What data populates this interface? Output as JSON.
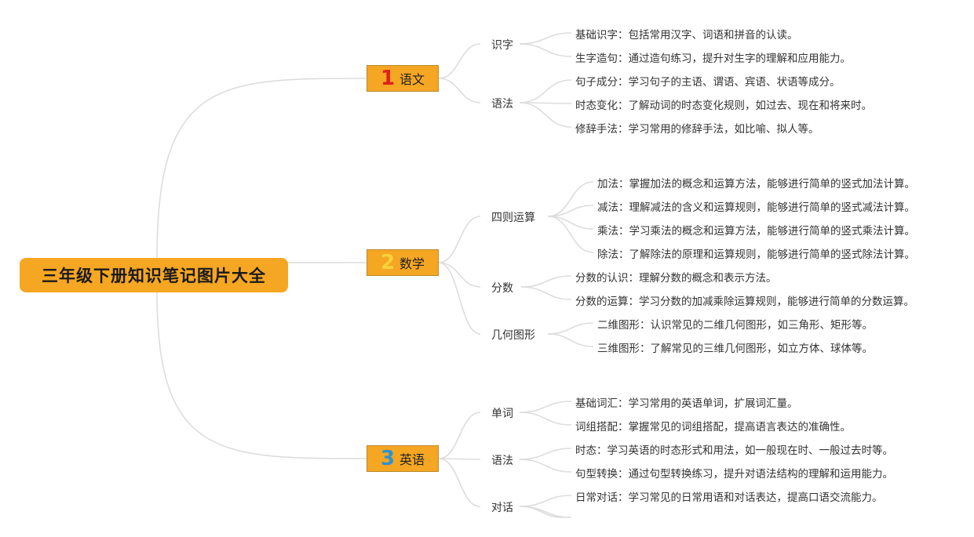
{
  "root": {
    "title": "三年级下册知识笔记图片大全"
  },
  "colors": {
    "node_fill": "#f5a623",
    "line": "#dddddd"
  },
  "subjects": [
    {
      "number": "1",
      "number_color": "#e0201b",
      "name": "语文",
      "topics": [
        {
          "label": "识字",
          "items": [
            "基础识字：包括常用汉字、词语和拼音的认读。",
            "生字造句：通过造句练习，提升对生字的理解和应用能力。"
          ]
        },
        {
          "label": "语法",
          "items": [
            "句子成分：学习句子的主语、谓语、宾语、状语等成分。",
            "时态变化：了解动词的时态变化规则，如过去、现在和将来时。",
            "修辞手法：学习常用的修辞手法，如比喻、拟人等。"
          ]
        }
      ]
    },
    {
      "number": "2",
      "number_color": "#f7d23a",
      "name": "数学",
      "topics": [
        {
          "label": "四则运算",
          "items": [
            "加法：掌握加法的概念和运算方法，能够进行简单的竖式加法计算。",
            "减法：理解减法的含义和运算规则，能够进行简单的竖式减法计算。",
            "乘法：学习乘法的概念和运算方法，能够进行简单的竖式乘法计算。",
            "除法：了解除法的原理和运算规则，能够进行简单的竖式除法计算。"
          ]
        },
        {
          "label": "分数",
          "items": [
            "分数的认识：理解分数的概念和表示方法。",
            "分数的运算：学习分数的加减乘除运算规则，能够进行简单的分数运算。"
          ]
        },
        {
          "label": "几何图形",
          "items": [
            "二维图形：认识常见的二维几何图形，如三角形、矩形等。",
            "三维图形：了解常见的三维几何图形，如立方体、球体等。"
          ]
        }
      ]
    },
    {
      "number": "3",
      "number_color": "#2e93d1",
      "name": "英语",
      "topics": [
        {
          "label": "单词",
          "items": [
            "基础词汇：学习常用的英语单词，扩展词汇量。",
            "词组搭配：掌握常见的词组搭配，提高语言表达的准确性。"
          ]
        },
        {
          "label": "语法",
          "items": [
            "时态：学习英语的时态形式和用法，如一般现在时、一般过去时等。",
            "句型转换：通过句型转换练习，提升对语法结构的理解和运用能力。"
          ]
        },
        {
          "label": "对话",
          "items": [
            "日常对话：学习常见的日常用语和对话表达，提高口语交流能力。"
          ]
        }
      ]
    }
  ]
}
